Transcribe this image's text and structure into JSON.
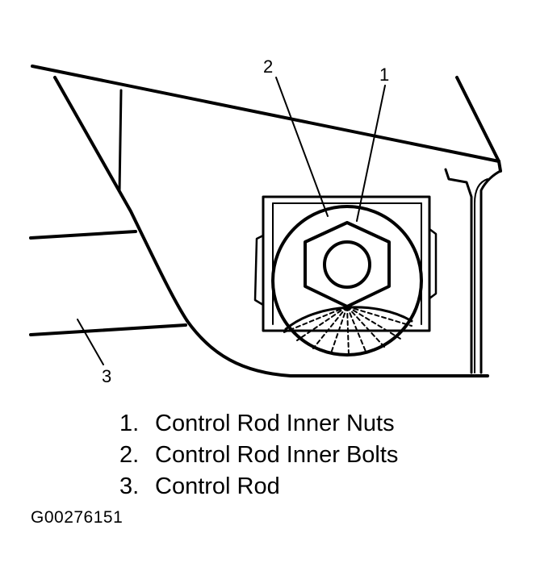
{
  "callouts": [
    {
      "number": "1",
      "part": "Control Rod Inner Nuts"
    },
    {
      "number": "2",
      "part": "Control Rod Inner Bolts"
    },
    {
      "number": "3",
      "part": "Control Rod"
    }
  ],
  "legend": [
    {
      "number": "1.",
      "label": "Control Rod Inner Nuts"
    },
    {
      "number": "2.",
      "label": "Control Rod Inner Bolts"
    },
    {
      "number": "3.",
      "label": "Control Rod"
    }
  ],
  "figure_id": "G00276151"
}
